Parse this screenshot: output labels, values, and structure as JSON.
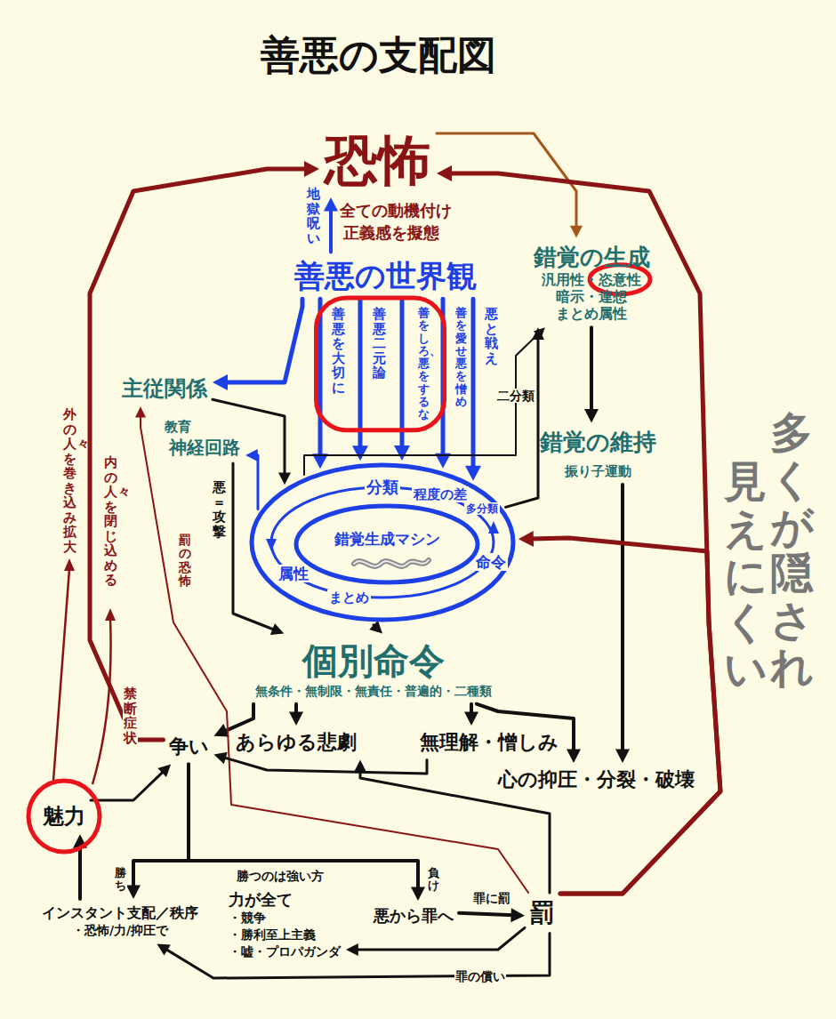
{
  "diagram": {
    "title": "善悪の支配図",
    "nodes": [
      {
        "text": [
          "恐怖"
        ]
      },
      {
        "text": [
          "善悪の世界観"
        ]
      },
      {
        "text": [
          "錯覚の生成",
          "汎用性・",
          "恣意性",
          "暗示・連想",
          "まとめ属性"
        ]
      },
      {
        "text": [
          "錯覚の維持",
          "振り子運動"
        ]
      },
      {
        "text": [
          "主従関係"
        ]
      },
      {
        "text": [
          "神経回路"
        ]
      },
      {
        "text": [
          "分類",
          "程度の差",
          "多分類",
          "命令",
          "属性",
          "まとめ"
        ]
      },
      {
        "text": [
          "錯覚生成マシン"
        ],
        "in": 6
      },
      {
        "text": [
          "個別命令",
          "無条件・無制限・無責任・普遍的・二種類"
        ]
      },
      {
        "text": [
          "争い"
        ]
      },
      {
        "text": [
          "あらゆる悲劇"
        ]
      },
      {
        "text": [
          "無理解・憎しみ"
        ]
      },
      {
        "text": [
          "心の抑圧・分裂・破壊"
        ]
      },
      {
        "text": [
          "魅力"
        ]
      },
      {
        "text": [
          "インスタント支配／秩序",
          "・恐怖/力/抑圧で"
        ]
      },
      {
        "text": [
          "力が全て",
          "・競争",
          "・勝利至上主義",
          "・嘘・プロパガンダ"
        ]
      },
      {
        "text": [
          "悪から罪へ"
        ]
      },
      {
        "text": [
          "罰"
        ]
      }
    ],
    "edges": [
      {
        "from": 1,
        "to": 0,
        "arrow": "to",
        "label": "地獄・呪い"
      },
      {
        "from": 1,
        "to": 6,
        "arrow": "to",
        "label": "善悪を大切に"
      },
      {
        "from": 1,
        "to": 6,
        "arrow": "to",
        "label": "善悪二元論"
      },
      {
        "from": 1,
        "to": 6,
        "arrow": "to",
        "label": "善をしろ、 悪をするな"
      },
      {
        "from": 1,
        "to": 6,
        "arrow": "to",
        "label": "善を愛せ 悪を憎め"
      },
      {
        "from": 1,
        "to": 6,
        "arrow": "to",
        "label": "悪と戦え"
      },
      {
        "from": 1,
        "to": 4,
        "arrow": "to"
      },
      {
        "from": 0,
        "to": 2,
        "arrow": "to"
      },
      {
        "from": 2,
        "to": 3,
        "arrow": "to"
      },
      {
        "from": 6,
        "to": 2,
        "arrow": "to"
      },
      {
        "from": 6,
        "to": 2,
        "arrow": "to",
        "label": "二分類"
      },
      {
        "from": 4,
        "to": 6,
        "arrow": "to"
      },
      {
        "from": 6,
        "to": 5,
        "arrow": "to"
      },
      {
        "from": 5,
        "to": 8,
        "arrow": "to",
        "label": "悪＝攻撃"
      },
      {
        "from": 6,
        "to": 8,
        "arrow": "to"
      },
      {
        "from": 8,
        "to": 9,
        "arrow": "to"
      },
      {
        "from": 8,
        "to": 10,
        "arrow": "to"
      },
      {
        "from": 8,
        "to": 11,
        "arrow": "to"
      },
      {
        "from": 8,
        "to": 12,
        "arrow": "to"
      },
      {
        "from": 3,
        "to": 12,
        "arrow": "to"
      },
      {
        "from": 17,
        "to": 0,
        "arrow": "to"
      },
      {
        "from": 17,
        "to": 6,
        "arrow": "to"
      },
      {
        "from": 9,
        "to": 0,
        "arrow": "to"
      },
      {
        "from": 9,
        "to": 14,
        "arrow": "to",
        "label": "勝ち"
      },
      {
        "from": 9,
        "to": 16,
        "arrow": "to",
        "label": "負け"
      },
      {
        "from": 16,
        "to": 17,
        "arrow": "to",
        "label": "罪に罰"
      },
      {
        "from": 17,
        "to": 15,
        "arrow": "to"
      },
      {
        "from": 17,
        "to": 14,
        "arrow": "to",
        "label": "罪の償い"
      },
      {
        "from": 17,
        "to": 4,
        "arrow": "to",
        "label": "罰の恐怖"
      },
      {
        "from": 14,
        "to": 13,
        "arrow": "to"
      },
      {
        "from": 13,
        "to": 9,
        "arrow": "to"
      },
      {
        "from": 11,
        "to": 9,
        "arrow": "to"
      },
      {
        "from": 17,
        "to": 10,
        "arrow": "to"
      }
    ],
    "labels": [
      "全ての動機付け",
      "正義感を擬態",
      "教育",
      "多くが隠され",
      "見えにくい",
      "外の人々を巻き込み拡大",
      "内の人々を閉じ込める",
      "禁断症状",
      "勝つのは強い方"
    ]
  }
}
